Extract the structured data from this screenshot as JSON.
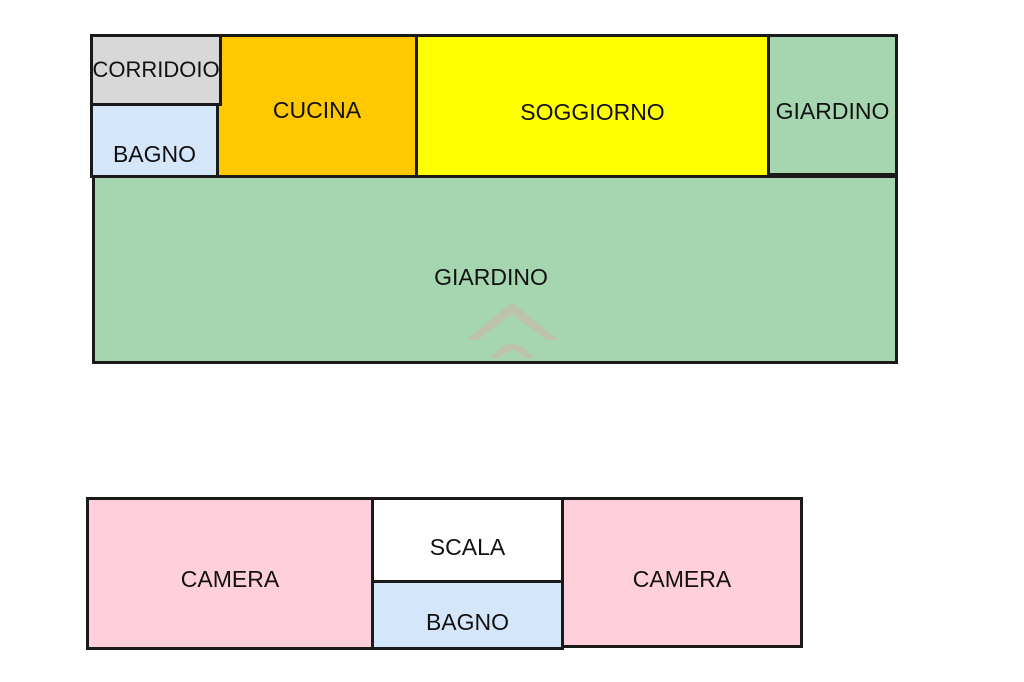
{
  "colors": {
    "corridor": "#d8d8d8",
    "bathroom": "#d4e6fa",
    "kitchen": "#ffc800",
    "living_room": "#ffff00",
    "garden": "#a5d6b0",
    "bedroom": "#ffd0dc",
    "stairs": "#ffffff",
    "wall": "#1a1a1a",
    "watermark": "#e8a0a0"
  },
  "watermark": {
    "icon": "home-logo-watermark"
  },
  "upper_floor": {
    "corridoio": "CORRIDOIO",
    "bagno": "BAGNO",
    "cucina": "CUCINA",
    "soggiorno": "SOGGIORNO",
    "giardino_small": "GIARDINO",
    "giardino_large": "GIARDINO"
  },
  "lower_floor": {
    "camera_left": "CAMERA",
    "scala": "SCALA",
    "bagno": "BAGNO",
    "camera_right": "CAMERA"
  }
}
